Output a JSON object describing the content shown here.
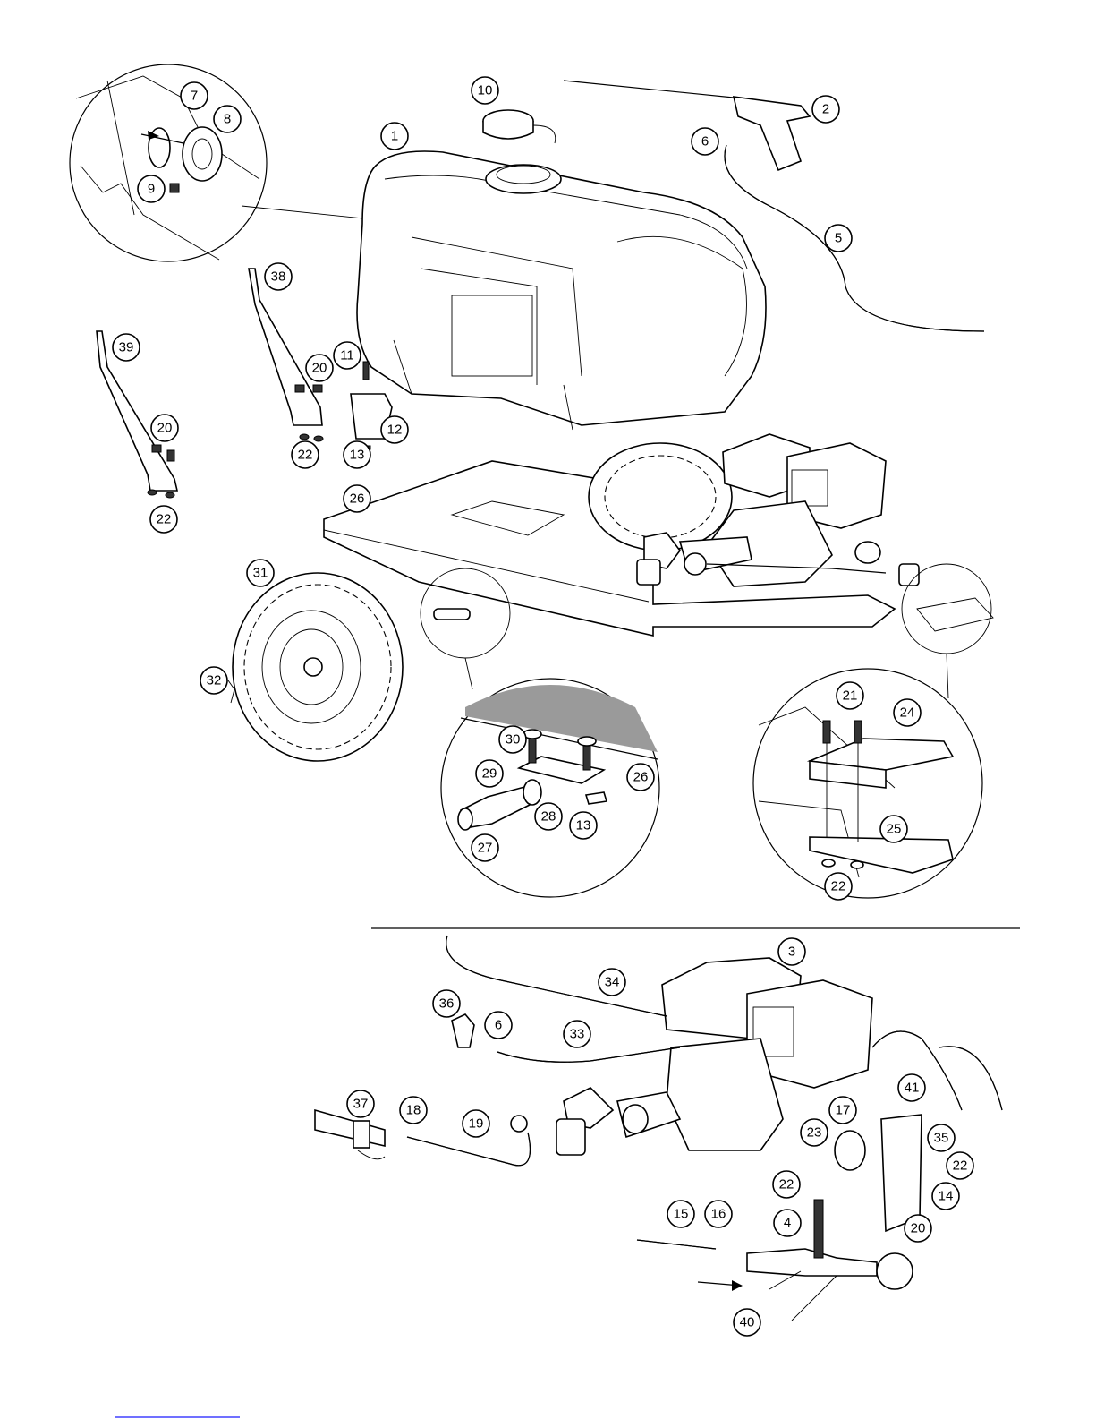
{
  "callouts": [
    {
      "num": "1"
    },
    {
      "num": "2"
    },
    {
      "num": "3"
    },
    {
      "num": "4"
    },
    {
      "num": "5"
    },
    {
      "num": "6"
    },
    {
      "num": "6"
    },
    {
      "num": "7"
    },
    {
      "num": "8"
    },
    {
      "num": "9"
    },
    {
      "num": "10"
    },
    {
      "num": "11"
    },
    {
      "num": "12"
    },
    {
      "num": "13"
    },
    {
      "num": "13"
    },
    {
      "num": "14"
    },
    {
      "num": "15"
    },
    {
      "num": "16"
    },
    {
      "num": "17"
    },
    {
      "num": "18"
    },
    {
      "num": "19"
    },
    {
      "num": "20"
    },
    {
      "num": "20"
    },
    {
      "num": "20"
    },
    {
      "num": "21"
    },
    {
      "num": "22"
    },
    {
      "num": "22"
    },
    {
      "num": "22"
    },
    {
      "num": "22"
    },
    {
      "num": "22"
    },
    {
      "num": "23"
    },
    {
      "num": "24"
    },
    {
      "num": "25"
    },
    {
      "num": "26"
    },
    {
      "num": "26"
    },
    {
      "num": "27"
    },
    {
      "num": "28"
    },
    {
      "num": "29"
    },
    {
      "num": "30"
    },
    {
      "num": "31"
    },
    {
      "num": "32"
    },
    {
      "num": "33"
    },
    {
      "num": "34"
    },
    {
      "num": "35"
    },
    {
      "num": "36"
    },
    {
      "num": "37"
    },
    {
      "num": "38"
    },
    {
      "num": "39"
    },
    {
      "num": "40"
    },
    {
      "num": "41"
    }
  ],
  "colors": {
    "line": "#000000",
    "background": "#ffffff",
    "link_underline": "#1a1aff"
  }
}
